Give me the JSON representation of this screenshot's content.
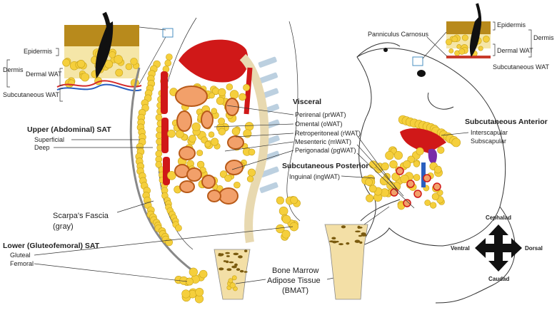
{
  "colors": {
    "fat": "#f5cf3c",
    "fat_edge": "#c7a21a",
    "muscle": "#d01818",
    "organ": "#f2a06a",
    "organ_edge": "#b85a18",
    "epidermis": "#b88a1c",
    "marrow": "#f3dfa6",
    "marrow_spot": "#7a5a0e",
    "artery": "#d42a2a",
    "vein": "#2a5fbf"
  },
  "human_skin_inset": {
    "epidermis": "Epidermis",
    "dermis": "Dermis",
    "dermal_wat": "Dermal WAT",
    "subcutaneous_wat": "Subcutaneous WAT"
  },
  "mouse_skin_inset": {
    "epidermis": "Epidermis",
    "dermis": "Dermis",
    "dermal_wat": "Dermal WAT",
    "subcutaneous_wat": "Subcutaneous WAT",
    "panniculus": "Panniculus Carnosus"
  },
  "upper_sat": {
    "title": "Upper (Abdominal) SAT",
    "items": [
      "Superficial",
      "Deep"
    ]
  },
  "scarpa": {
    "line1": "Scarpa's Fascia",
    "line2": "(gray)"
  },
  "lower_sat": {
    "title": "Lower (Gluteofemoral) SAT",
    "items": [
      "Gluteal",
      "Femoral"
    ]
  },
  "visceral": {
    "title": "Visceral",
    "items": [
      "Perirenal (prWAT)",
      "Omental (oWAT)",
      "Retroperitoneal (rWAT)",
      "Mesenteric (mWAT)",
      "Perigonadal (pgWAT)"
    ]
  },
  "subq_posterior": {
    "title": "Subcutaneous Posterior",
    "items": [
      "Inguinal (ingWAT)"
    ]
  },
  "subq_anterior": {
    "title": "Subcutaneous Anterior",
    "items": [
      "Interscapular",
      "Subscapular"
    ]
  },
  "bmat": {
    "line1": "Bone Marrow",
    "line2": "Adipose Tissue",
    "line3": "(BMAT)"
  },
  "directions": {
    "top": "Cephalad",
    "bottom": "Caudad",
    "left": "Ventral",
    "right": "Dorsal"
  }
}
